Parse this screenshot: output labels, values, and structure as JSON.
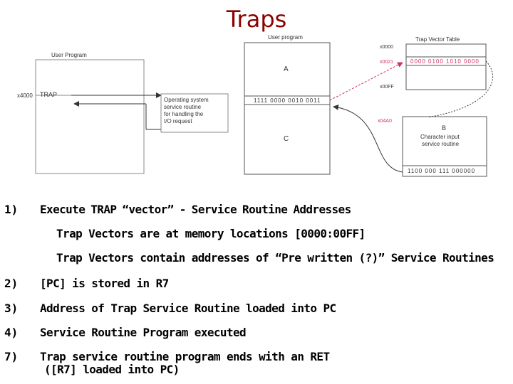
{
  "title": "Traps",
  "left_diagram": {
    "user_program_label": "User Program",
    "address_x4000": "x4000",
    "trap_label": "TRAP",
    "os_box_lines": [
      "Operating system",
      "service routine",
      "for handling the",
      "I/O request"
    ]
  },
  "right_diagram": {
    "user_program_label": "User program",
    "trap_vector_table_label": "Trap Vector Table",
    "addr_x0000": "x0000",
    "addr_x0021": "x0021",
    "vector_value": "0000 0100 1010 0000",
    "addr_x00ff": "x00FF",
    "addr_x04a0": "x04A0",
    "region_a": "A",
    "trap_instruction": "1111 0000 0010 0011",
    "region_c": "C",
    "region_b": "B",
    "char_input_lines": [
      "Character input",
      "service routine"
    ],
    "ret_instruction": "1100 000 111 000000"
  },
  "steps": [
    {
      "num": "1)",
      "text": "Execute    TRAP “vector” - Service Routine Addresses"
    },
    {
      "num": "",
      "text": "Trap Vectors are at memory locations [0000:00FF]"
    },
    {
      "num": "",
      "text": "Trap Vectors contain addresses of “Pre written (?)” Service Routines"
    },
    {
      "num": "2)",
      "text": "[PC] is stored in R7"
    },
    {
      "num": "3)",
      "text": "Address of Trap Service Routine loaded into PC"
    },
    {
      "num": "4)",
      "text": "Service Routine Program executed"
    },
    {
      "num": "7)",
      "text": "Trap service routine program ends with an RET"
    },
    {
      "num": "",
      "text": "([R7] loaded into PC)"
    }
  ],
  "colors": {
    "title": "#8b0000",
    "highlight": "#cc3366"
  }
}
